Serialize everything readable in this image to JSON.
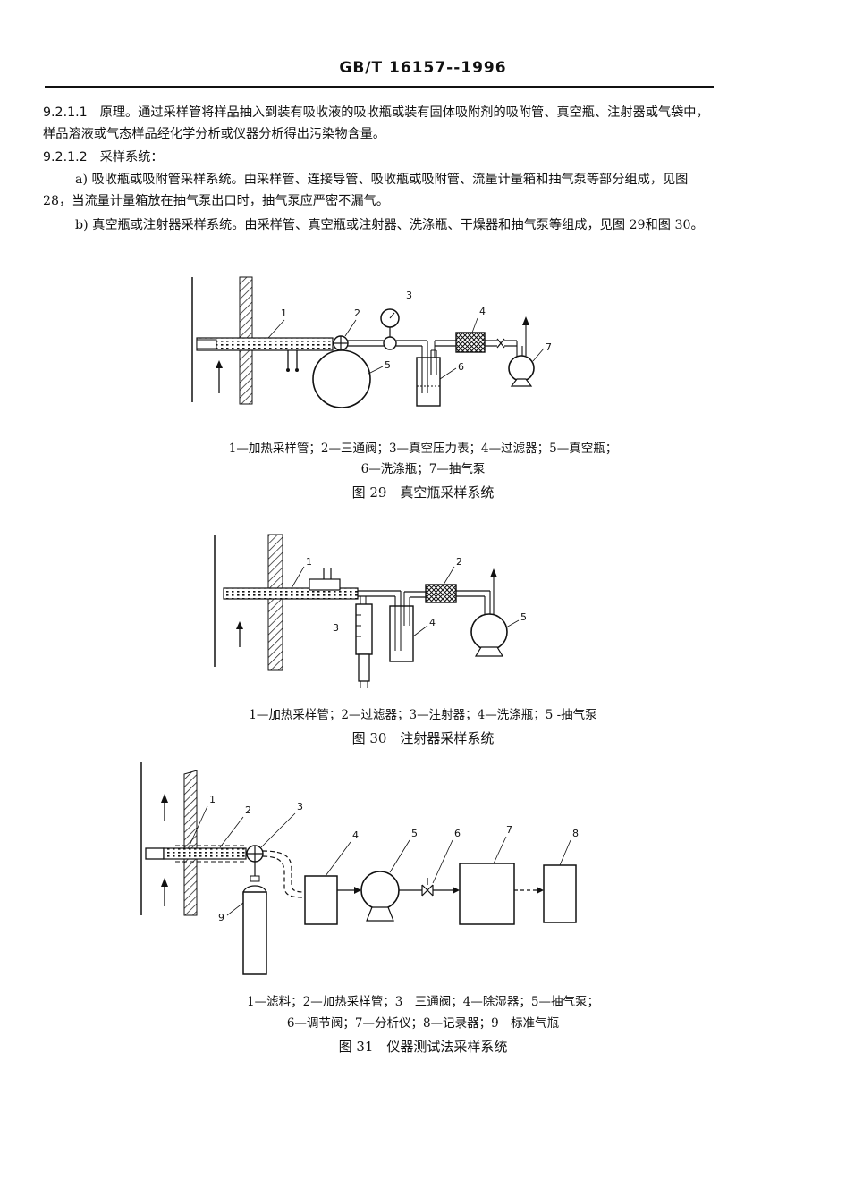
{
  "header": {
    "standard": "GB/T 16157--1996"
  },
  "body": {
    "p1_num": "9.2.1.1",
    "p1_text": "原理。通过采样管将样品抽入到装有吸收液的吸收瓶或装有固体吸附剂的吸附管、真空瓶、注射器或气袋中，样品溶液或气态样品经化学分析或仪器分析得出污染物含量。",
    "p2_num": "9.2.1.2",
    "p2_text": "采样系统：",
    "p3_text": "a) 吸收瓶或吸附管采样系统。由采样管、连接导管、吸收瓶或吸附管、流量计量箱和抽气泵等部分组成，见图 28，当流量计量箱放在抽气泵出口时，抽气泵应严密不漏气。",
    "p4_text": "b) 真空瓶或注射器采样系统。由采样管、真空瓶或注射器、洗涤瓶、干燥器和抽气泵等组成，见图 29和图 30。"
  },
  "fig29": {
    "labels": [
      "1",
      "2",
      "3",
      "4",
      "5",
      "6",
      "7"
    ],
    "caption_line1": "1—加热采样管；2—三通阀；3—真空压力表；4—过滤器；5—真空瓶；",
    "caption_line2": "6—洗涤瓶；7—抽气泵",
    "title": "图 29　真空瓶采样系统"
  },
  "fig30": {
    "labels": [
      "1",
      "2",
      "3",
      "4",
      "5"
    ],
    "caption_line1": "1—加热采样管；2—过滤器；3—注射器；4—洗涤瓶；5 -抽气泵",
    "title": "图 30　注射器采样系统"
  },
  "fig31": {
    "labels": [
      "1",
      "2",
      "3",
      "4",
      "5",
      "6",
      "7",
      "8",
      "9"
    ],
    "caption_line1": "1—滤料；2—加热采样管；3　三通阀；4—除湿器；5—抽气泵；",
    "caption_line2": "6—调节阀；7—分析仪；8—记录器；9　标准气瓶",
    "title": "图 31　仪器测试法采样系统"
  }
}
